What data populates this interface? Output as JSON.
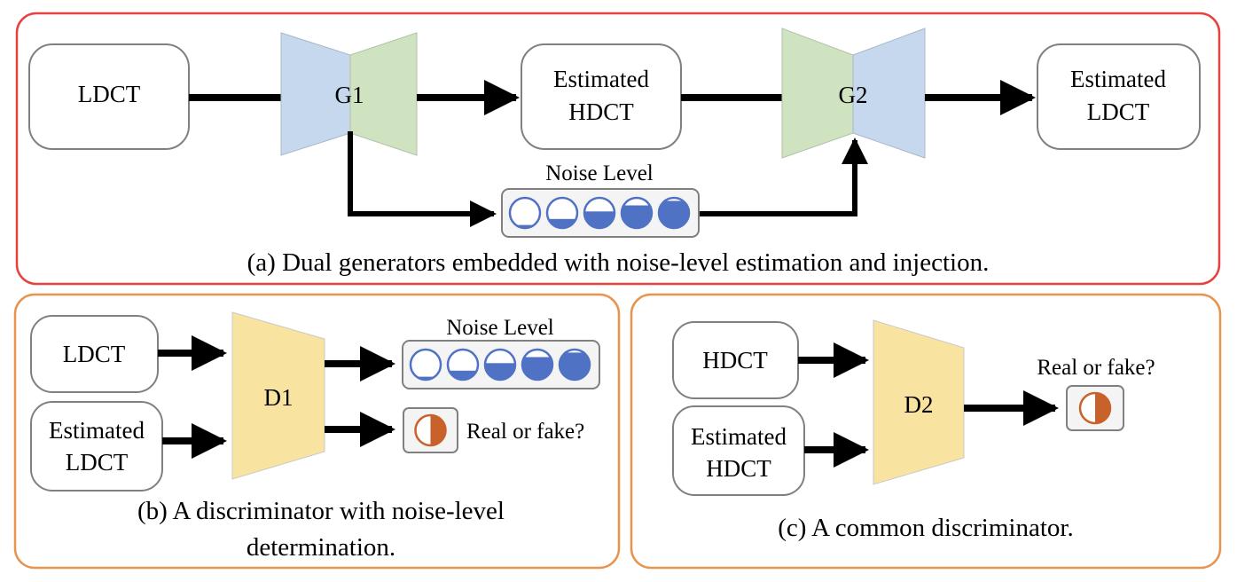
{
  "panel_a": {
    "caption": "(a) Dual generators embedded with noise-level estimation and injection.",
    "ldct": "LDCT",
    "g1": "G1",
    "estimated_hdct_line1": "Estimated",
    "estimated_hdct_line2": "HDCT",
    "g2": "G2",
    "estimated_ldct_line1": "Estimated",
    "estimated_ldct_line2": "LDCT",
    "noise_level": "Noise Level",
    "noise_fill_levels": [
      0.1,
      0.3,
      0.55,
      0.75,
      0.9
    ]
  },
  "panel_b": {
    "caption_line1": "(b) A discriminator with noise-level",
    "caption_line2": "determination.",
    "ldct": "LDCT",
    "estimated_ldct_line1": "Estimated",
    "estimated_ldct_line2": "LDCT",
    "d1": "D1",
    "noise_level": "Noise Level",
    "real_or_fake": "Real or fake?",
    "noise_fill_levels": [
      0.1,
      0.3,
      0.55,
      0.75,
      0.9
    ]
  },
  "panel_c": {
    "caption": "(c) A common discriminator.",
    "hdct": "HDCT",
    "estimated_hdct_line1": "Estimated",
    "estimated_hdct_line2": "HDCT",
    "d2": "D2",
    "real_or_fake": "Real or fake?"
  },
  "colors": {
    "panel_a_border": "#e8423f",
    "panel_bc_border": "#e8944f",
    "encoder_blue": "#c5d8ee",
    "decoder_green": "#cfe3c0",
    "discriminator_yellow": "#f9e3a0",
    "noise_blue": "#4f72c4",
    "real_fake_orange": "#c8612a"
  }
}
